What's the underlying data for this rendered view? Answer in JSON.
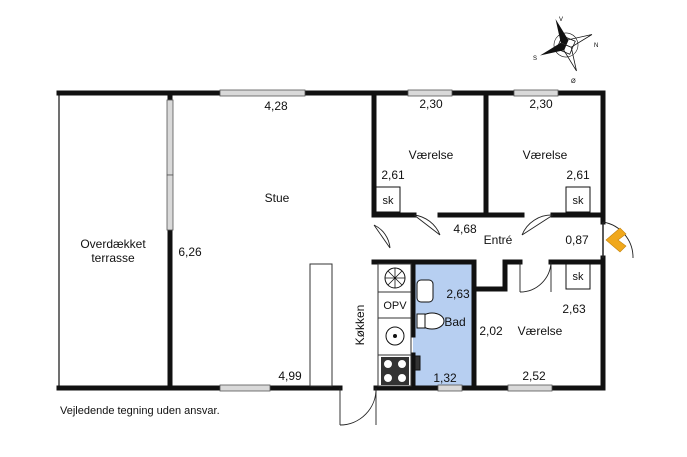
{
  "rooms": {
    "terrace": {
      "line1": "Overdækket",
      "line2": "terrasse"
    },
    "living": "Stue",
    "bedroom_1": "Værelse",
    "bedroom_2": "Værelse",
    "bedroom_3": "Værelse",
    "entrance": "Entré",
    "bathroom": "Bad",
    "kitchen": "Køkken"
  },
  "fixtures": {
    "wardrobe_label": "sk",
    "dishwasher_label": "OPV"
  },
  "dimensions": {
    "living_top": "4,28",
    "living_side": "6,26",
    "living_bottom": "4,99",
    "bedroom_1_top": "2,30",
    "bedroom_1_side": "2,61",
    "bedroom_2_top": "2,30",
    "bedroom_2_side": "2,61",
    "entrance_width": "4,68",
    "entrance_door": "0,87",
    "bath_side": "2,63",
    "bath_bottom": "1,32",
    "bedroom_3_left": "2,02",
    "bedroom_3_right": "2,63",
    "bedroom_3_bottom": "2,52"
  },
  "compass": {
    "north": "N",
    "south": "S",
    "east": "Ø",
    "west": "V"
  },
  "footer_note": "Vejledende tegning uden ansvar.",
  "colors": {
    "wall": "#111111",
    "bathroom_fill": "#b7cff1",
    "entry_arrow": "#f0a81c",
    "window": "#d9d9d9"
  }
}
